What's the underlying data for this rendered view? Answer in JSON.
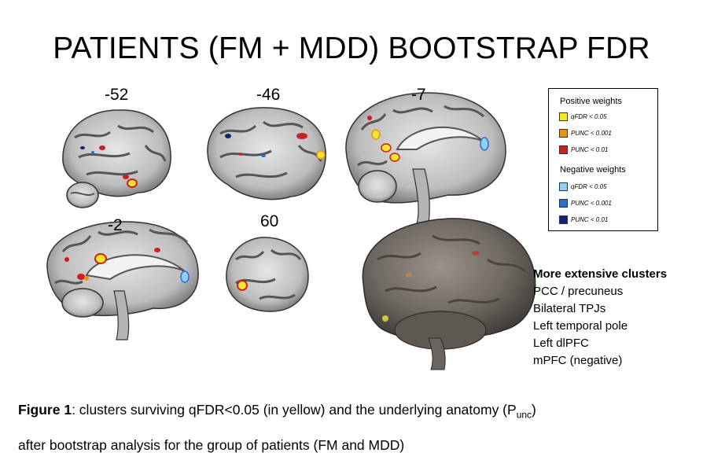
{
  "title": "PATIENTS (FM + MDD) BOOTSTRAP FDR",
  "slices": {
    "s1": "-52",
    "s2": "-46",
    "s3": "-7",
    "s4": "-2",
    "s5": "60"
  },
  "legend": {
    "positive_header": "Positive weights",
    "negative_header": "Negative weights",
    "positive": [
      {
        "label": "qFDR < 0.05",
        "color": "#f5e62b"
      },
      {
        "label": "PUNC < 0.001",
        "color": "#e8921a"
      },
      {
        "label": "PUNC < 0.01",
        "color": "#cc2020"
      }
    ],
    "negative": [
      {
        "label": "qFDR < 0.05",
        "color": "#8fd0f2"
      },
      {
        "label": "PUNC < 0.001",
        "color": "#2a6cd6"
      },
      {
        "label": "PUNC < 0.01",
        "color": "#14207a"
      }
    ]
  },
  "clusters": {
    "heading": "More extensive clusters",
    "items": [
      "PCC / precuneus",
      "Bilateral TPJs",
      "Left temporal pole",
      "Left dlPFC",
      "mPFC (negative)"
    ]
  },
  "caption": {
    "fig_label": "Figure 1",
    "line1_text": ": clusters surviving qFDR<0.05 (in yellow) and the underlying anatomy (P",
    "line1_sub": "unc",
    "line1_end": ")",
    "line2": "after bootstrap analysis for the group of patients (FM and MDD)"
  }
}
